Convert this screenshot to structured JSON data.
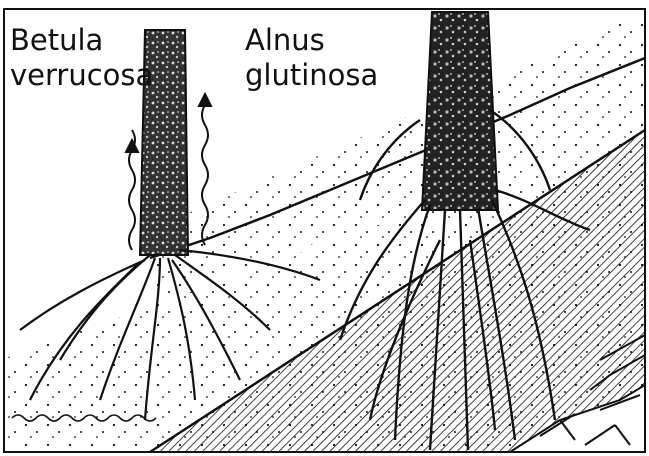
{
  "labels": {
    "betula_line1": "Betula",
    "betula_line2": "verrucosa",
    "alnus_line1": "Alnus",
    "alnus_line2": "glutinosa"
  },
  "colors": {
    "ink": "#111111",
    "paper": "#ffffff"
  }
}
